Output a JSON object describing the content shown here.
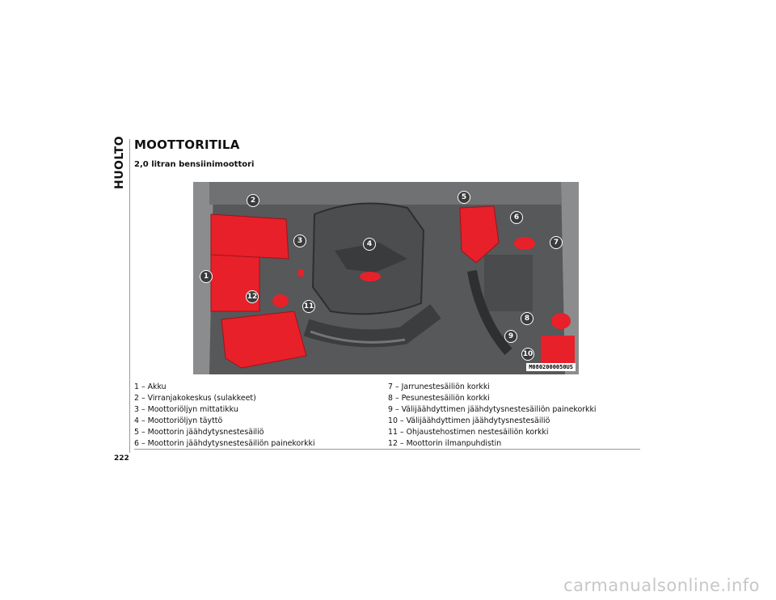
{
  "section_tab": "HUOLTO",
  "title": "MOOTTORITILA",
  "subtitle": "2,0 litran bensiinimoottori",
  "figure": {
    "code": "M0802000050US",
    "callouts": [
      "1",
      "2",
      "3",
      "4",
      "5",
      "6",
      "7",
      "8",
      "9",
      "10",
      "11",
      "12"
    ]
  },
  "legend_left": [
    "1 – Akku",
    "2 – Virranjakokeskus (sulakkeet)",
    "3 – Moottoriöljyn mittatikku",
    "4 – Moottoriöljyn täyttö",
    "5 – Moottorin jäähdytysnestesäiliö",
    "6 – Moottorin jäähdytysnestesäiliön painekorkki"
  ],
  "legend_right": [
    "7 – Jarrunestesäiliön korkki",
    "8 – Pesunestesäiliön korkki",
    "9 – Välijäähdyttimen jäähdytysnestesäiliön painekorkki",
    "10 – Välijäähdyttimen jäähdytysnestesäiliö",
    "11 – Ohjaustehostimen nestesäiliön korkki",
    "12 – Moottorin ilmanpuhdistin"
  ],
  "page_number": "222",
  "watermark": "carmanualsonline.info",
  "colors": {
    "highlight": "#e8202a",
    "engine": "#4a4c4e",
    "callout": "#3b3b3b"
  }
}
